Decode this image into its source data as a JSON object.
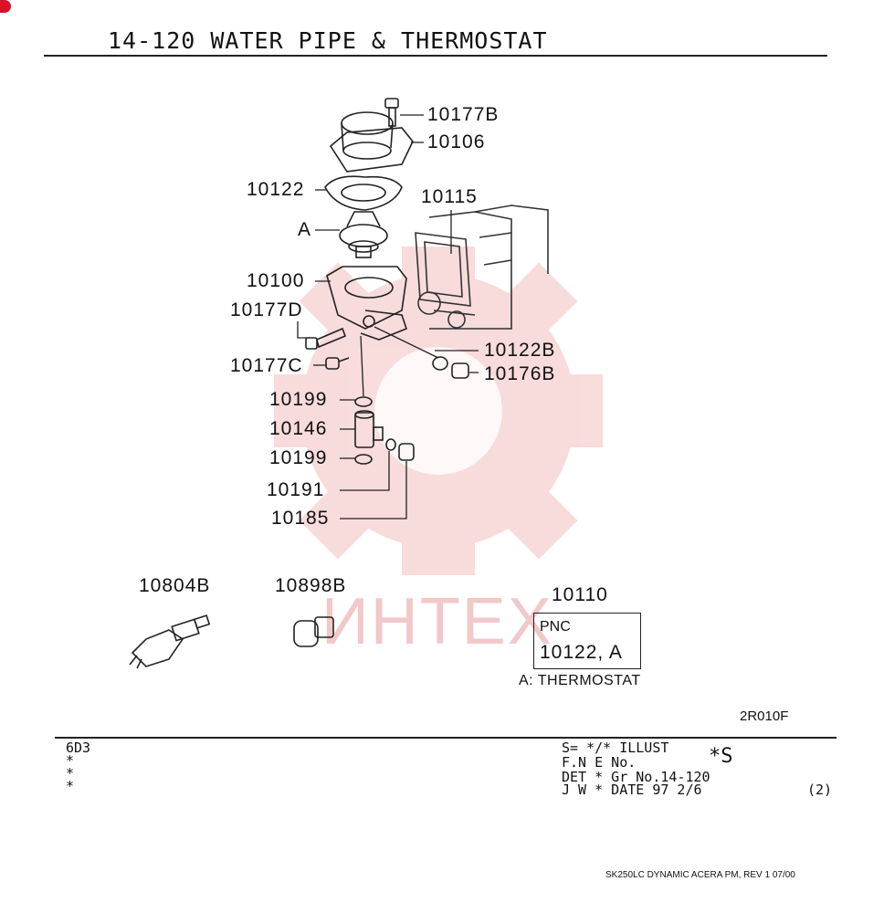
{
  "header": {
    "title": "14-120   WATER PIPE & THERMOSTAT"
  },
  "parts": {
    "p10177B": "10177B",
    "p10106": "10106",
    "p10122": "10122",
    "pA": "A",
    "p10115": "10115",
    "p10100": "10100",
    "p10177D": "10177D",
    "p10122B": "10122B",
    "p10177C": "10177C",
    "p10176B": "10176B",
    "p10199a": "10199",
    "p10146": "10146",
    "p10199b": "10199",
    "p10191": "10191",
    "p10185": "10185",
    "p10804B": "10804B",
    "p10898B": "10898B",
    "p10110": "10110"
  },
  "pnc_box": {
    "label": "PNC",
    "value": "10122, A"
  },
  "legend": {
    "note": "A: THERMOSTAT"
  },
  "illustration_code": "2R010F",
  "watermark": {
    "text": "ИНТЕХ",
    "color": "#f2c8c8"
  },
  "footer": {
    "left": [
      "6D3",
      "*",
      "*",
      "*"
    ],
    "row1": "S= */*  ILLUST",
    "row1b": "*S",
    "row2": "F.N E       No.",
    "row3": "DET *     Gr No.14-120",
    "row4": "J W *      DATE  97 2/6",
    "page": "(2)",
    "doc_ref": "SK250LC DYNAMIC ACERA PM, REV 1 07/00"
  }
}
